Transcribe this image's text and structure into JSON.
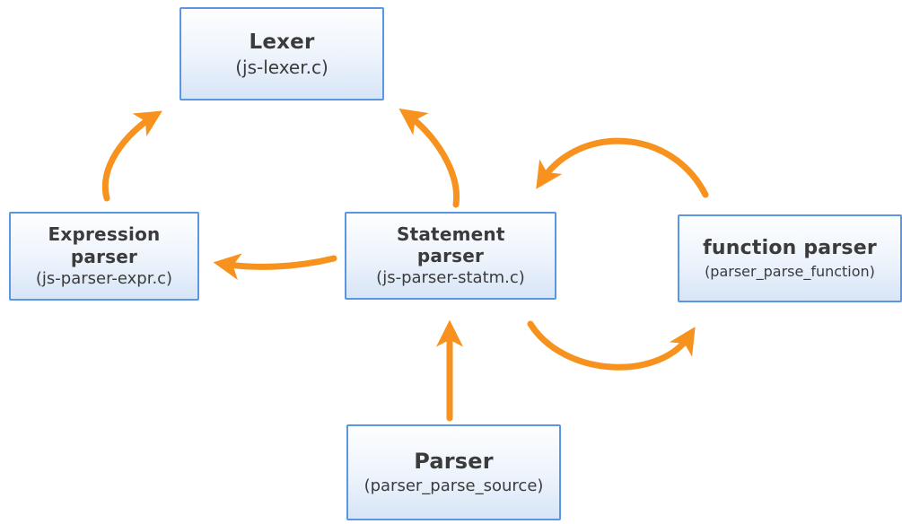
{
  "diagram": {
    "type": "flow-diagram",
    "description": "JavaScript parser module architecture: boxes for parser components linked by orange call-flow arrows",
    "colors": {
      "arrow": "#f7921e",
      "box-border": "#5b96e3",
      "box-fill-top": "#fdfeff",
      "box-fill-bottom": "#d7e5f7",
      "text": "#3b3b3b",
      "background": "#ffffff"
    },
    "nodes": [
      {
        "id": "lexer",
        "title": "Lexer",
        "subtitle": "(js-lexer.c)"
      },
      {
        "id": "expression-parser",
        "title": "Expression parser",
        "subtitle": "(js-parser-expr.c)"
      },
      {
        "id": "statement-parser",
        "title": "Statement parser",
        "subtitle": "(js-parser-statm.c)"
      },
      {
        "id": "function-parser",
        "title": "function parser",
        "subtitle": "(parser_parse_function)"
      },
      {
        "id": "parser",
        "title": "Parser",
        "subtitle": "(parser_parse_source)"
      }
    ],
    "edges": [
      {
        "from": "expression-parser",
        "to": "lexer",
        "style": "curved"
      },
      {
        "from": "statement-parser",
        "to": "lexer",
        "style": "curved"
      },
      {
        "from": "statement-parser",
        "to": "expression-parser",
        "style": "curved"
      },
      {
        "from": "function-parser",
        "to": "statement-parser",
        "style": "arc-over"
      },
      {
        "from": "statement-parser",
        "to": "function-parser",
        "style": "arc-under"
      },
      {
        "from": "parser",
        "to": "statement-parser",
        "style": "straight"
      }
    ]
  }
}
